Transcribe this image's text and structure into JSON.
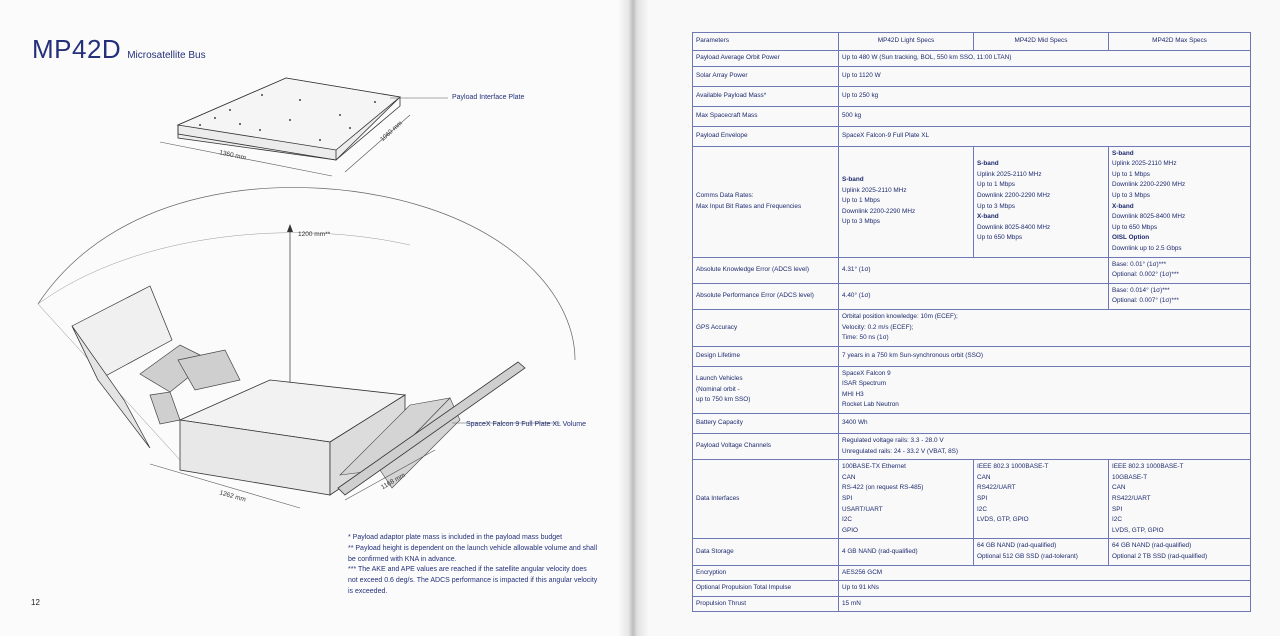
{
  "left_page": {
    "title": "MP42D",
    "subtitle": "Microsatellite Bus",
    "callouts": {
      "plate": "Payload Interface Plate",
      "volume": "SpaceX Falcon 9 Full Plate XL Volume"
    },
    "dimensions": {
      "plate_w": "1360 mm",
      "plate_d": "1060 mm",
      "height": "1200 mm**",
      "base_w": "1262 mm",
      "base_d": "1168 mm"
    },
    "footnotes": [
      "* Payload adaptor plate mass is included in the payload mass budget",
      "** Payload height is dependent on the launch vehicle allowable volume and shall be confirmed with KNA in advance.",
      "*** The AKE and APE values are reached if the satellite angular velocity does not exceed 0.6 deg/s. The ADCS performance is impacted if this angular velocity is exceeded."
    ],
    "page_number": "12"
  },
  "table": {
    "headers": [
      "Parameters",
      "MP42D Light Specs",
      "MP42D Mid Specs",
      "MP42D Max Specs"
    ],
    "rows": [
      {
        "param": "Payload Average Orbit Power",
        "all": "Up to 480 W (Sun tracking, BOL, 550 km SSO, 11:00 LTAN)"
      },
      {
        "param": "Solar Array Power",
        "all": "Up to 1120 W"
      },
      {
        "param": "Available Payload Mass*",
        "all": "Up to 250 kg"
      },
      {
        "param": "Max Spacecraft Mass",
        "all": "500 kg"
      },
      {
        "param": "Payload Envelope",
        "all": "SpaceX Falcon-9 Full Plate XL"
      },
      {
        "param": "Comms Data Rates:\nMax Input Bit Rates and Frequencies",
        "light": {
          "h1": "S-band",
          "t1": "Uplink 2025-2110 MHz\nUp to 1 Mbps\nDownlink 2200-2290 MHz\nUp to 3 Mbps"
        },
        "mid": {
          "h1": "S-band",
          "t1": "Uplink 2025-2110 MHz\nUp to 1 Mbps\nDownlink 2200-2290 MHz\nUp to 3 Mbps",
          "h2": "X-band",
          "t2": "Downlink 8025-8400 MHz\nUp to 650 Mbps"
        },
        "max": {
          "h1": "S-band",
          "t1": "Uplink 2025-2110 MHz\nUp to 1 Mbps\nDownlink 2200-2290 MHz\nUp to 3 Mbps",
          "h2": "X-band",
          "t2": "Downlink 8025-8400 MHz\nUp to 650 Mbps",
          "h3": "OISL Option",
          "t3": "Downlink up to 2.5 Gbps"
        }
      },
      {
        "param": "Absolute Knowledge Error (ADCS level)",
        "lightmid": "4.31° (1σ)",
        "max": "Base: 0.01° (1σ)***\nOptional: 0.002° (1σ)***"
      },
      {
        "param": "Absolute Performance Error (ADCS level)",
        "lightmid": "4.40° (1σ)",
        "max": "Base: 0.014° (1σ)***\nOptional: 0.007° (1σ)***"
      },
      {
        "param": "GPS Accuracy",
        "all": "Orbital position knowledge: 10m (ECEF);\nVelocity: 0.2 m/s (ECEF);\nTime: 50 ns (1σ)"
      },
      {
        "param": "Design Lifetime",
        "all": "7 years in a 750 km Sun-synchronous orbit (SSO)"
      },
      {
        "param": "Launch Vehicles\n(Nominal orbit -\nup to 750 km SSO)",
        "all": "SpaceX Falcon 9\nISAR Spectrum\nMHI H3\nRocket Lab Neutron"
      },
      {
        "param": "Battery Capacity",
        "all": "3400 Wh"
      },
      {
        "param": "Payload Voltage Channels",
        "all": "Regulated voltage rails: 3.3 - 28.0 V\nUnregulated rails: 24 - 33.2 V (VBAT, 8S)"
      },
      {
        "param": "Data Interfaces",
        "light": "100BASE-TX Ethernet\nCAN\nRS-422 (on request RS-485)\nSPI\nUSART/UART\nI2C\nGPIO",
        "mid": "IEEE 802.3 1000BASE-T\nCAN\nRS422/UART\nSPI\nI2C\nLVDS, GTP, GPIO\n ",
        "max": "IEEE 802.3 1000BASE-T\n10GBASE-T\nCAN\nRS422/UART\nSPI\nI2C\nLVDS, GTP, GPIO"
      },
      {
        "param": "Data Storage",
        "light": "4 GB NAND (rad-qualified)",
        "mid": "64 GB NAND (rad-qualified)\nOptional 512 GB SSD (rad-tolerant)",
        "max": "64 GB NAND (rad-qualified)\nOptional 2 TB SSD (rad-qualified)"
      },
      {
        "param": "Encryption",
        "all": "AES256 GCM"
      },
      {
        "param": "Optional Propulsion Total Impulse",
        "all": "Up to 91 kNs"
      },
      {
        "param": "Propulsion Thrust",
        "all": "15 mN"
      }
    ]
  }
}
